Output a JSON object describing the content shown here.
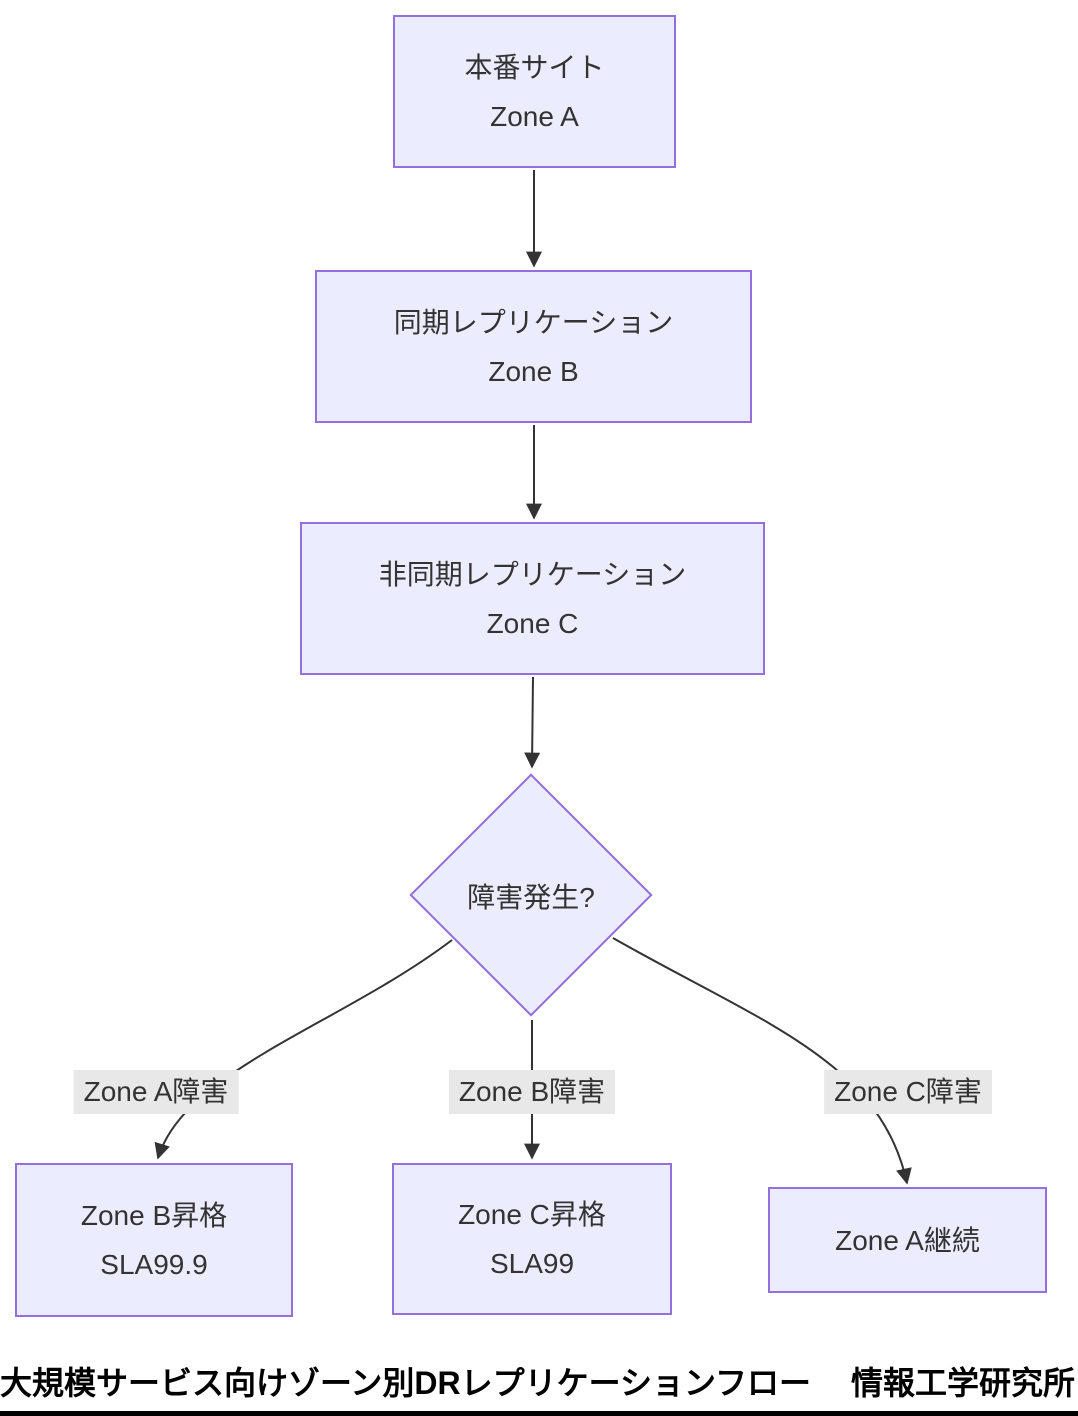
{
  "colors": {
    "node_fill": "#ECECFF",
    "node_border": "#9370DB",
    "edge": "#333333",
    "label_bg": "#e8e8e8",
    "text": "#333333",
    "caption": "#000000"
  },
  "diagram": {
    "nodes": {
      "zone_a": {
        "line1": "本番サイト",
        "line2": "Zone A"
      },
      "zone_b": {
        "line1": "同期レプリケーション",
        "line2": "Zone B"
      },
      "zone_c": {
        "line1": "非同期レプリケーション",
        "line2": "Zone C"
      },
      "decision": {
        "label": "障害発生?"
      },
      "zone_b_promote": {
        "line1": "Zone B昇格",
        "line2": "SLA99.9"
      },
      "zone_c_promote": {
        "line1": "Zone C昇格",
        "line2": "SLA99"
      },
      "zone_a_continue": {
        "line1": "Zone A継続"
      }
    },
    "edge_labels": {
      "zone_a_fail": "Zone A障害",
      "zone_b_fail": "Zone B障害",
      "zone_c_fail": "Zone C障害"
    },
    "caption": {
      "title": "大規模サービス向けゾーン別DRレプリケーションフロー　",
      "institute": "情報工学研究所"
    }
  }
}
